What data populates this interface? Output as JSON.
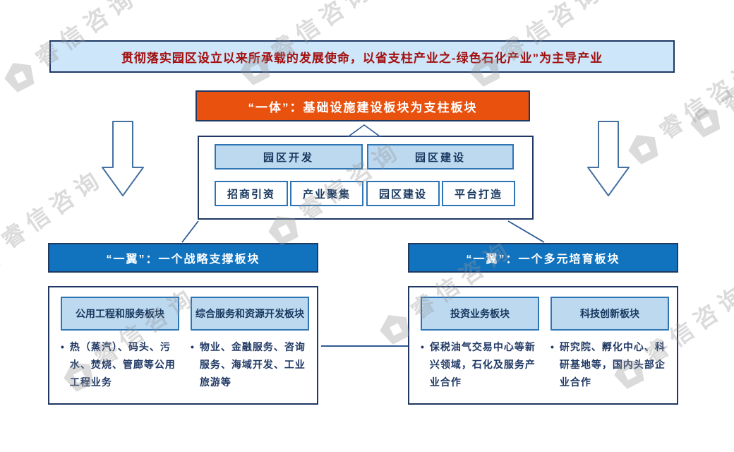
{
  "watermark": {
    "text": "睿信咨询"
  },
  "banner": {
    "text": "贯彻落实园区设立以来所承载的发展使命，以省支柱产业之-绿色石化产业”为主导产业"
  },
  "core": {
    "title": "“一体”：基础设施建设板块为支柱板块",
    "groups": [
      "园区开发",
      "园区建设"
    ],
    "functions": [
      "招商引资",
      "产业聚集",
      "园区建设",
      "平台打造"
    ]
  },
  "left_wing": {
    "title": "“一翼”：一个战略支撑板块",
    "sections": [
      {
        "title": "公用工程和服务板块",
        "bullet": "热（蒸汽）、码头、污水、焚烧、管廊等公用工程业务"
      },
      {
        "title": "综合服务和资源开发板块",
        "bullet": "物业、金融服务、咨询服务、海域开发、工业旅游等"
      }
    ]
  },
  "right_wing": {
    "title": "“一翼”：一个多元培育板块",
    "sections": [
      {
        "title": "投资业务板块",
        "bullet": "保税油气交易中心等新兴领域，石化及服务产业合作"
      },
      {
        "title": "科技创新板块",
        "bullet": "研究院、孵化中心、科研基地等，国内头部企业合作"
      }
    ]
  },
  "bullet_marker": "•",
  "colors": {
    "accent_orange": "#E8520E",
    "accent_blue": "#1173BE",
    "light_blue_fill": "#BDD9F0",
    "banner_fill": "#CDE6F9",
    "navy_border": "#1F3864",
    "box_border": "#2E75B6",
    "banner_text": "#A30F0F",
    "body_text": "#1F3864"
  }
}
